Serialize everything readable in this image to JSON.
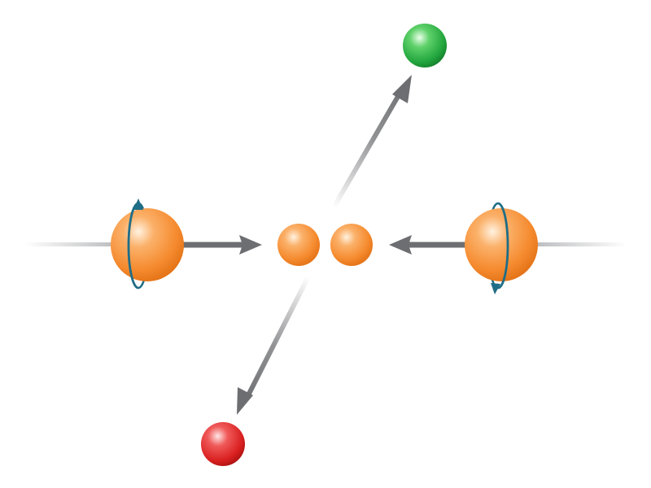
{
  "diagram": {
    "colors": {
      "background": "#ffffff",
      "proton_orange": "#f58a2e",
      "product_green": "#22a53d",
      "product_red": "#d91f1f",
      "arrow_gray": "#6d6e71",
      "spin_arrow_teal": "#1f6d86"
    },
    "elements": {
      "left_particle": {
        "icon": "orange-sphere-with-spin-arrow"
      },
      "right_particle": {
        "icon": "orange-sphere-with-spin-arrow"
      },
      "center_pair": {
        "icon": "two-orange-spheres"
      },
      "green_product": {
        "icon": "green-sphere"
      },
      "red_product": {
        "icon": "red-sphere"
      }
    }
  }
}
